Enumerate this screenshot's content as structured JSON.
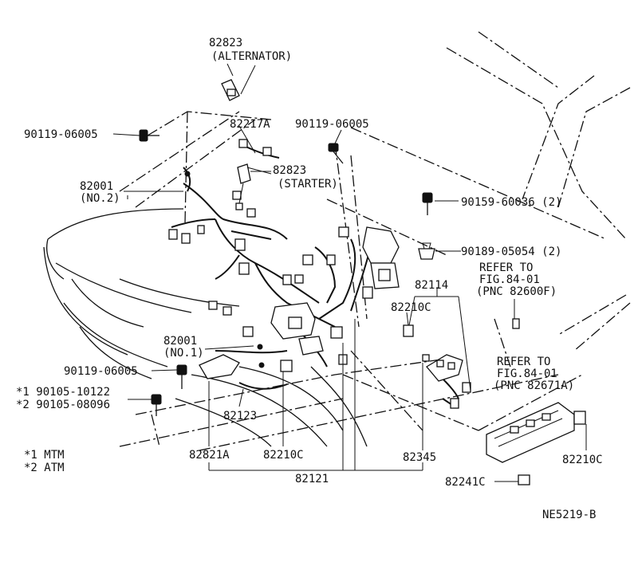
{
  "labels": {
    "alt_pn": "82823",
    "alt_name": "(ALTERNATOR)",
    "bolt1": "90119-06005",
    "p82217a": "82217A",
    "bolt2": "90119-06005",
    "p82001_no2": "82001",
    "no2": "(NO.2)",
    "start_pn": "82823",
    "start_name": "(STARTER)",
    "bolt3": "90159-60036 (2)",
    "clip": "90189-05054 (2)",
    "refer1_a": "REFER TO",
    "refer1_b": "FIG.84-01",
    "refer1_c": "(PNC 82600F)",
    "p82114": "82114",
    "p82210c_a": "82210C",
    "p82001_no1": "82001",
    "no1": "(NO.1)",
    "bolt4": "90119-06005",
    "mtm_bolt": "*1 90105-10122",
    "atm_bolt": "*2 90105-08096",
    "refer2_a": "REFER TO",
    "refer2_b": "FIG.84-01",
    "refer2_c": "(PNC 82671A)",
    "p82123": "82123",
    "p82821a": "82821A",
    "p82210c_b": "82210C",
    "p82345": "82345",
    "p82210c_c": "82210C",
    "p82121": "82121",
    "p82241c": "82241C",
    "legend_mtm": "*1 MTM",
    "legend_atm": "*2 ATM",
    "fig_code": "NE5219-B"
  }
}
